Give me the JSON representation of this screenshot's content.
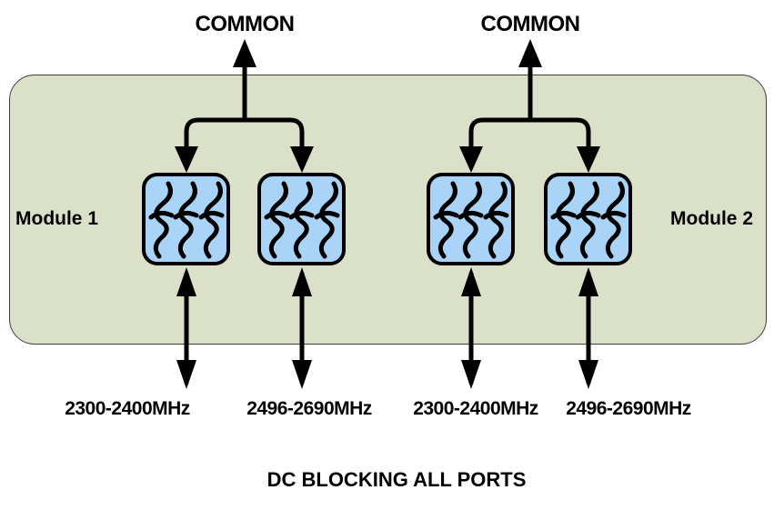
{
  "diagram": {
    "caption": "DC BLOCKING ALL PORTS",
    "modules": [
      {
        "name": "Module 1",
        "common_label": "COMMON",
        "filters": [
          {
            "icon": "filter-squiggle-icon",
            "port_label": "2300-2400MHz"
          },
          {
            "icon": "filter-squiggle-icon",
            "port_label": "2496-2690MHz"
          }
        ]
      },
      {
        "name": "Module 2",
        "common_label": "COMMON",
        "filters": [
          {
            "icon": "filter-squiggle-icon",
            "port_label": "2300-2400MHz"
          },
          {
            "icon": "filter-squiggle-icon",
            "port_label": "2496-2690MHz"
          }
        ]
      }
    ]
  },
  "colors": {
    "canvas_bg": "#ffffff",
    "enclosure_fill": "#dbe0c8",
    "enclosure_border": "#3f3f3f",
    "filter_fill": "#a9d3f7",
    "line": "#000000",
    "text": "#000000"
  }
}
